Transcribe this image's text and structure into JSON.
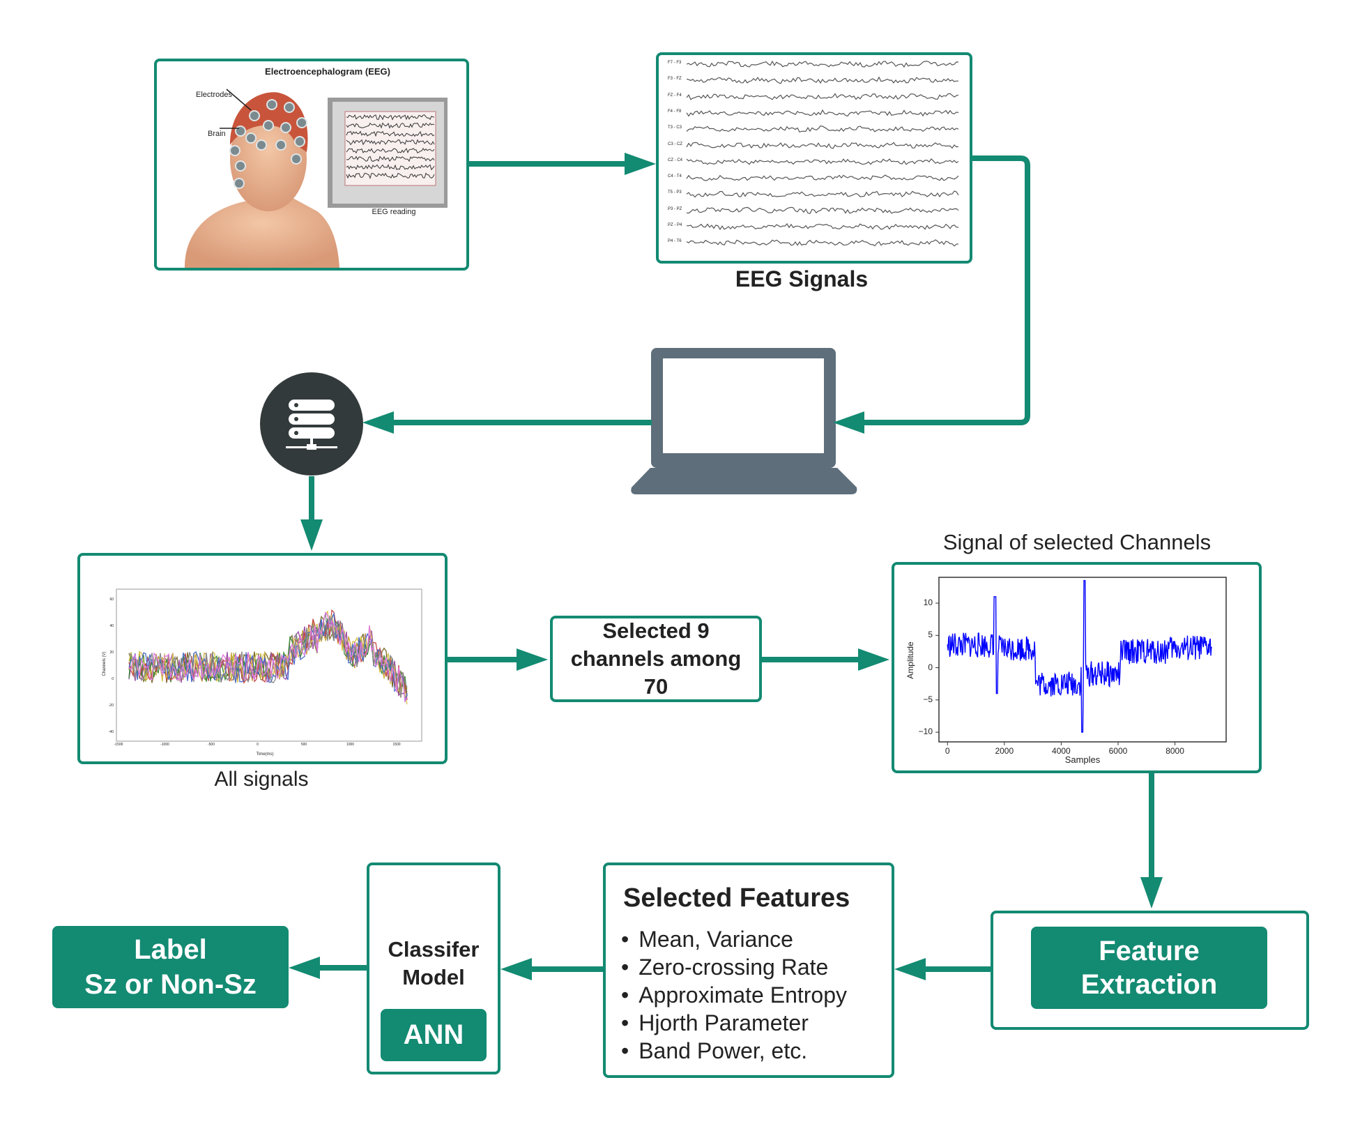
{
  "eeg_photo": {
    "title": "Electroencephalogram (EEG)",
    "labels": {
      "electrodes": "Electrodes",
      "brain": "Brain",
      "reading": "EEG reading"
    }
  },
  "eeg_signals": {
    "caption": "EEG Signals",
    "channels": [
      "F7 - F3",
      "F3 - FZ",
      "FZ - F4",
      "F4 - F8",
      "T3 - C3",
      "C3 - CZ",
      "CZ - C4",
      "C4 - T4",
      "T5 - P3",
      "P3 - PZ",
      "PZ - P4",
      "P4 - T6"
    ]
  },
  "computer": {
    "icon": "laptop-icon"
  },
  "server": {
    "icon": "server-icon"
  },
  "all_signals": {
    "caption": "All signals",
    "x_ticks": [
      "-1500",
      "-1000",
      "-500",
      "0",
      "500",
      "1000",
      "1500"
    ],
    "y_ticks": [
      "60",
      "40",
      "20",
      "0",
      "-20",
      "-40"
    ],
    "xlabel": "Time(ms)",
    "ylabel": "Channels (V)"
  },
  "selection": {
    "text": "Selected 9 channels among 70"
  },
  "selected_channels": {
    "caption": "Signal of selected Channels",
    "xlabel": "Samples",
    "ylabel": "Amplitude",
    "x_ticks": [
      "0",
      "2000",
      "4000",
      "6000",
      "8000"
    ],
    "y_ticks": [
      "10",
      "5",
      "0",
      "−5",
      "−10"
    ],
    "line_color": "#0000ff"
  },
  "feature_extraction": {
    "label": "Feature Extraction"
  },
  "features": {
    "title": "Selected Features",
    "items": [
      "Mean, Variance",
      "Zero-crossing Rate",
      "Approximate Entropy",
      "Hjorth Parameter",
      "Band Power, etc."
    ]
  },
  "classifier": {
    "title": "Classifer Model",
    "model": "ANN"
  },
  "output": {
    "line1": "Label",
    "line2": "Sz or Non-Sz"
  },
  "colors": {
    "accent": "#138a72",
    "laptop": "#5e6e7b",
    "server_bg": "#333a3b"
  }
}
